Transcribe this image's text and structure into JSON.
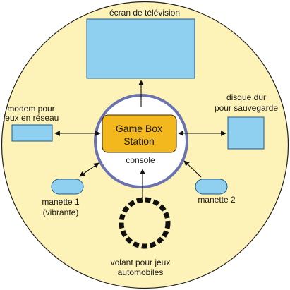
{
  "labels": {
    "tv": "écran de télévision",
    "modem_line1": "modem pour",
    "modem_line2": "jeux en réseau",
    "disk_line1": "disque dur",
    "disk_line2": "pour sauvegarde",
    "console_line1": "Game Box",
    "console_line2": "Station",
    "console_caption": "console",
    "controller1_line1": "manette 1",
    "controller1_line2": "(vibrante)",
    "controller2": "manette 2",
    "wheel_line1": "volant pour jeux",
    "wheel_line2": "automobiles"
  },
  "colors": {
    "outer_circle_fill": "#fdf2b8",
    "outer_circle_stroke": "#222222",
    "hub_ring": "#6a72b0",
    "device_fill": "#8fd0f0",
    "device_stroke": "#1e5a8a",
    "console_fill": "#f2b81e",
    "console_stroke": "#3a2a00",
    "arrow": "#111111",
    "wheel_segment": "#111111"
  }
}
